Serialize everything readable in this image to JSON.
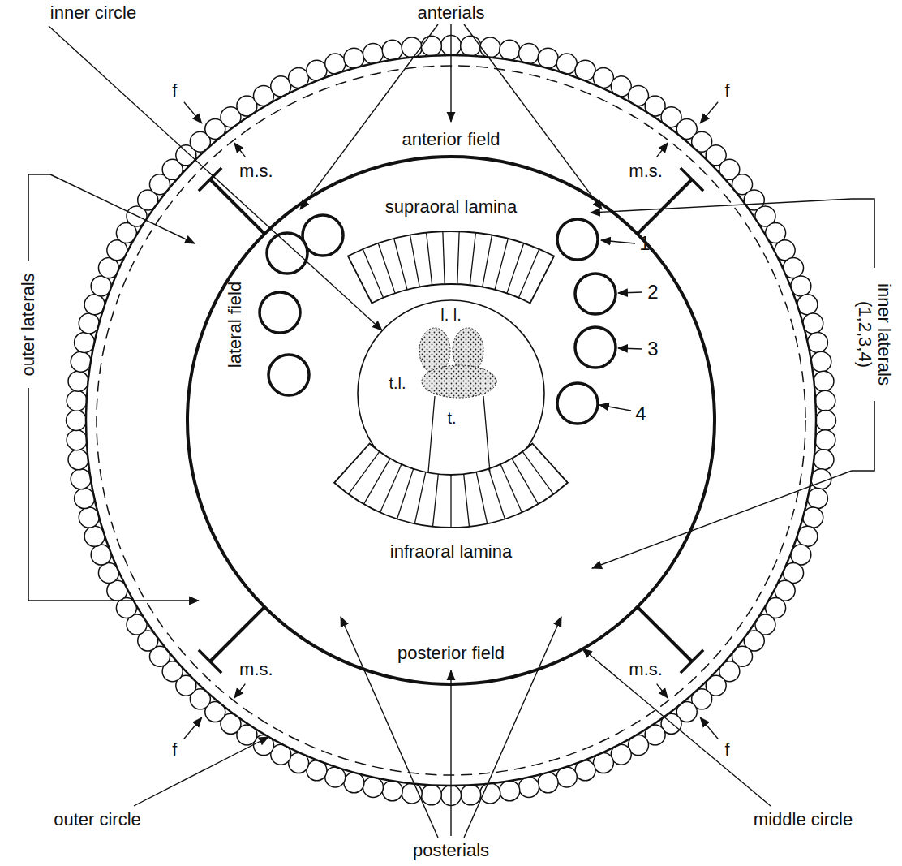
{
  "diagram": {
    "labels": [
      "anterials",
      "inner circle",
      "f",
      "f",
      "m.s.",
      "m.s.",
      "anterior field",
      "supraoral lamina",
      "outer laterals",
      "lateral field",
      "1",
      "l. l.",
      "t.l.",
      "t.",
      "2",
      "3",
      "inner laterals (1,2,3,4)",
      "4",
      "infraoral lamina",
      "posterior field",
      "m.s.",
      "m.s.",
      "f",
      "f",
      "outer circle",
      "middle circle",
      "posterials"
    ]
  }
}
